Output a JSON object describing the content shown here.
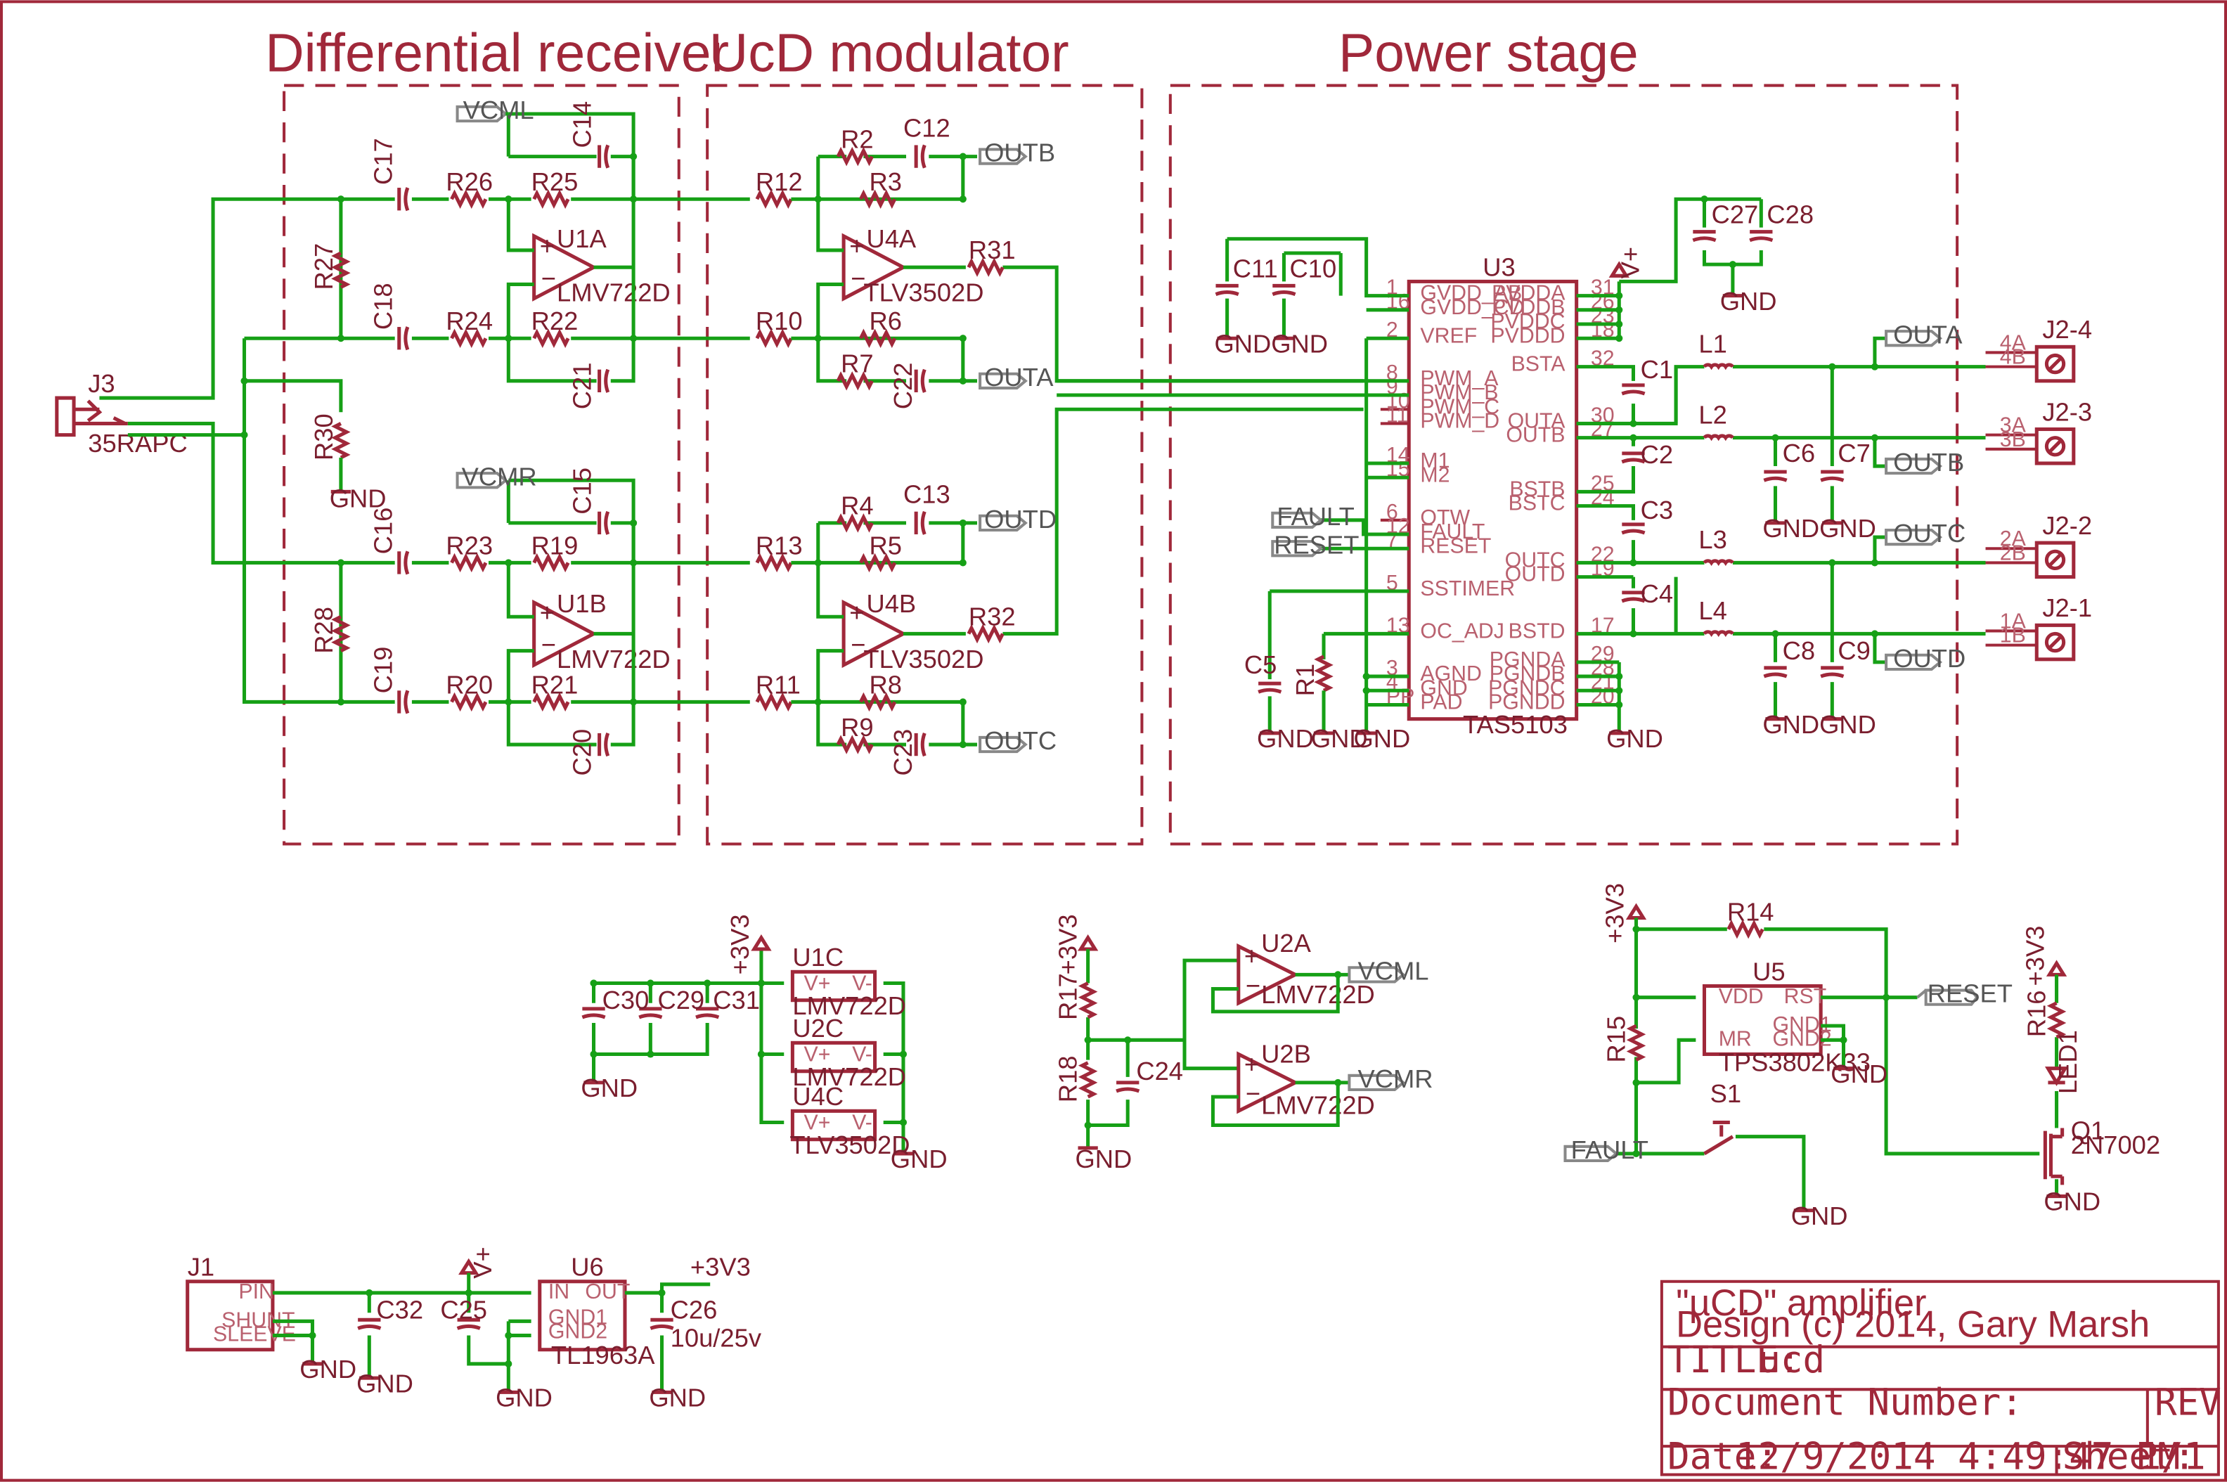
{
  "sections": {
    "diff_receiver": "Differential receiver",
    "modulator": "UcD modulator",
    "power_stage": "Power stage"
  },
  "title_block": {
    "project": "\"µCD\" amplifier",
    "copyright": "Design (c) 2014, Gary Marsh",
    "title_label": "TITLE:",
    "title_value": "ucd",
    "docnum_label": "Document Number:",
    "rev_label": "REV:",
    "date_label": "Date:",
    "date_value": "12/9/2014 4:49:47 PM",
    "sheet_label": "Sheet:",
    "sheet_value": "1/1"
  },
  "net_flags": {
    "vcml": "VCML",
    "vcmr": "VCMR",
    "outa": "OUTA",
    "outb": "OUTB",
    "outc": "OUTC",
    "outd": "OUTD",
    "fault": "FAULT",
    "reset": "RESET"
  },
  "ground": "GND",
  "supplies": {
    "v3": "+3V3",
    "vplus": "V+"
  },
  "refs": {
    "J3": "J3",
    "J3_val": "35RAPC",
    "C17": "C17",
    "C18": "C18",
    "C16": "C16",
    "C19": "C19",
    "C14": "C14",
    "C21": "C21",
    "C15": "C15",
    "C20": "C20",
    "R26": "R26",
    "R25": "R25",
    "R24": "R24",
    "R22": "R22",
    "R23": "R23",
    "R19": "R19",
    "R20": "R20",
    "R21": "R21",
    "R27": "R27",
    "R30": "R30",
    "R28": "R28",
    "U1A": "U1A",
    "U1B": "U1B",
    "LMV722D": "LMV722D",
    "R12": "R12",
    "R10": "R10",
    "R13": "R13",
    "R11": "R11",
    "R2": "R2",
    "R3": "R3",
    "R6": "R6",
    "R7": "R7",
    "R4": "R4",
    "R5": "R5",
    "R8": "R8",
    "R9": "R9",
    "C12": "C12",
    "C22": "C22",
    "C13": "C13",
    "C23": "C23",
    "U4A": "U4A",
    "U4B": "U4B",
    "TLV3502D": "TLV3502D",
    "R31": "R31",
    "R32": "R32",
    "C11": "C11",
    "C10": "C10",
    "C27": "C27",
    "C28": "C28",
    "U3": "U3",
    "TAS5103": "TAS5103",
    "C1": "C1",
    "C2": "C2",
    "C3": "C3",
    "C4": "C4",
    "C5": "C5",
    "C6": "C6",
    "C7": "C7",
    "C8": "C8",
    "C9": "C9",
    "L1": "L1",
    "L2": "L2",
    "L3": "L3",
    "L4": "L4",
    "R1": "R1",
    "J2_4": "J2-4",
    "J2_3": "J2-3",
    "J2_2": "J2-2",
    "J2_1": "J2-1",
    "C30": "C30",
    "C29": "C29",
    "C31": "C31",
    "U1C": "U1C",
    "U2C": "U2C",
    "U4C": "U4C",
    "R17": "R17",
    "R18": "R18",
    "C24": "C24",
    "U2A": "U2A",
    "U2B": "U2B",
    "R14": "R14",
    "R15": "R15",
    "U5": "U5",
    "TPS3802K33": "TPS3802K33",
    "S1": "S1",
    "R16": "R16",
    "LED1": "LED1",
    "Q1": "Q1",
    "2N7002": "2N7002",
    "J1": "J1",
    "C32": "C32",
    "C25": "C25",
    "U6": "U6",
    "TL1963A": "TL1963A",
    "C26": "C26",
    "C26_val": "10u/25v"
  },
  "u3_pins_left": [
    [
      "GVDD_AB",
      "1"
    ],
    [
      "GVDD_CD",
      "16"
    ],
    [
      "VREF",
      "2"
    ],
    [
      "PWM_A",
      "8"
    ],
    [
      "PWM_B",
      "9"
    ],
    [
      "PWM_C",
      "10"
    ],
    [
      "PWM_D",
      "11"
    ],
    [
      "M1",
      "14"
    ],
    [
      "M2",
      "15"
    ],
    [
      "OTW",
      "6"
    ],
    [
      "FAULT",
      "12"
    ],
    [
      "RESET",
      "7"
    ],
    [
      "SSTIMER",
      "5"
    ],
    [
      "OC_ADJ",
      "13"
    ],
    [
      "AGND",
      "3"
    ],
    [
      "GND",
      "4"
    ],
    [
      "PAD",
      "PP"
    ]
  ],
  "u3_pins_right": [
    [
      "PVDDA",
      "31"
    ],
    [
      "PVDDB",
      "26"
    ],
    [
      "PVDDC",
      "23"
    ],
    [
      "PVDDD",
      "18"
    ],
    [
      "BSTA",
      "32"
    ],
    [
      "OUTA",
      "30"
    ],
    [
      "OUTB",
      "27"
    ],
    [
      "BSTB",
      "25"
    ],
    [
      "BSTC",
      "24"
    ],
    [
      "OUTC",
      "22"
    ],
    [
      "OUTD",
      "19"
    ],
    [
      "BSTD",
      "17"
    ],
    [
      "PGNDA",
      "29"
    ],
    [
      "PGNDB",
      "28"
    ],
    [
      "PGNDC",
      "21"
    ],
    [
      "PGNDD",
      "20"
    ]
  ],
  "u5_pins": {
    "vdd": "VDD",
    "mr": "MR",
    "rst": "RST",
    "gnd1": "GND1",
    "gnd2": "GND2"
  },
  "u6_pins": {
    "in": "IN",
    "out": "OUT",
    "gnd1": "GND1",
    "gnd2": "GND2"
  },
  "j1_pins": {
    "pin": "PIN",
    "shunt": "SHUNT",
    "sleeve": "SLEEVE"
  },
  "supply_pins": {
    "vp": "V+",
    "vm": "V-"
  },
  "term_pins": {
    "a4": "4A",
    "b4": "4B",
    "a3": "3A",
    "b3": "3B",
    "a2": "2A",
    "b2": "2B",
    "a1": "1A",
    "b1": "1B"
  }
}
